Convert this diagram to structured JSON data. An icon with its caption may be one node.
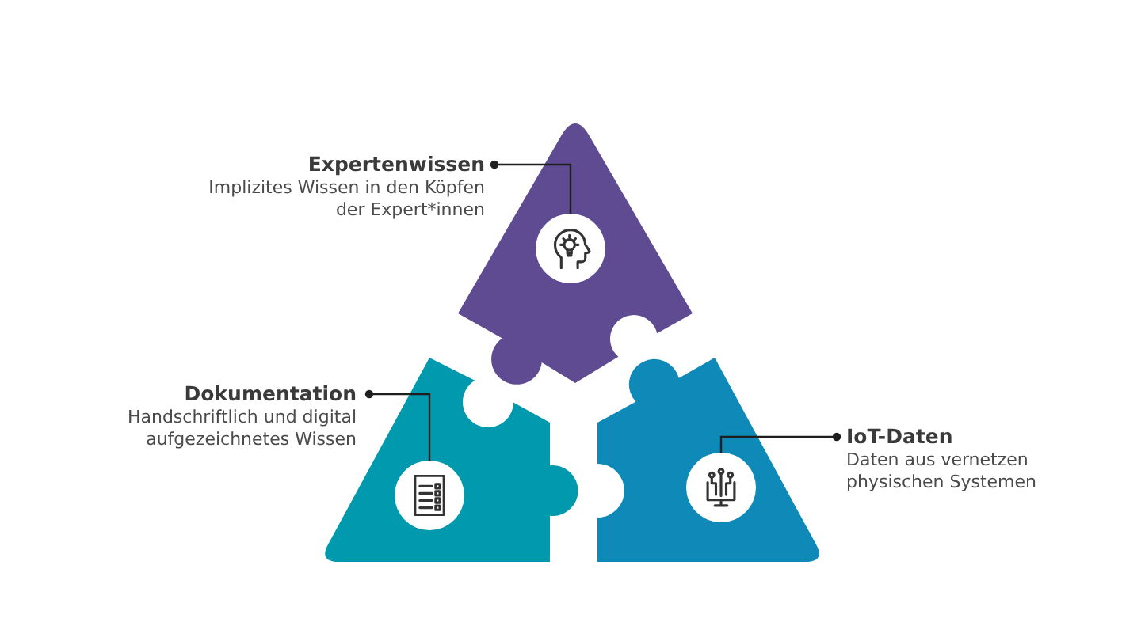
{
  "diagram": {
    "nodes": [
      {
        "text": [
          "Expertenwissen",
          "Implizites Wissen in den Köpfen der Expert*innen"
        ]
      },
      {
        "text": [],
        "shape": "circle"
      },
      {
        "text": [
          "Dokumentation",
          "Handschriftlich und digital aufgezeichnetes Wissen"
        ]
      },
      {
        "text": [],
        "shape": "circle"
      },
      {
        "text": [
          "IoT-Daten",
          "Daten aus vernetzen physischen Systemen"
        ]
      },
      {
        "text": [],
        "shape": "circle"
      }
    ],
    "edges": [
      {
        "from": 0,
        "to": 1,
        "arrow": "other"
      },
      {
        "from": 2,
        "to": 3,
        "arrow": "other"
      },
      {
        "from": 4,
        "to": 5,
        "arrow": "other"
      }
    ]
  }
}
